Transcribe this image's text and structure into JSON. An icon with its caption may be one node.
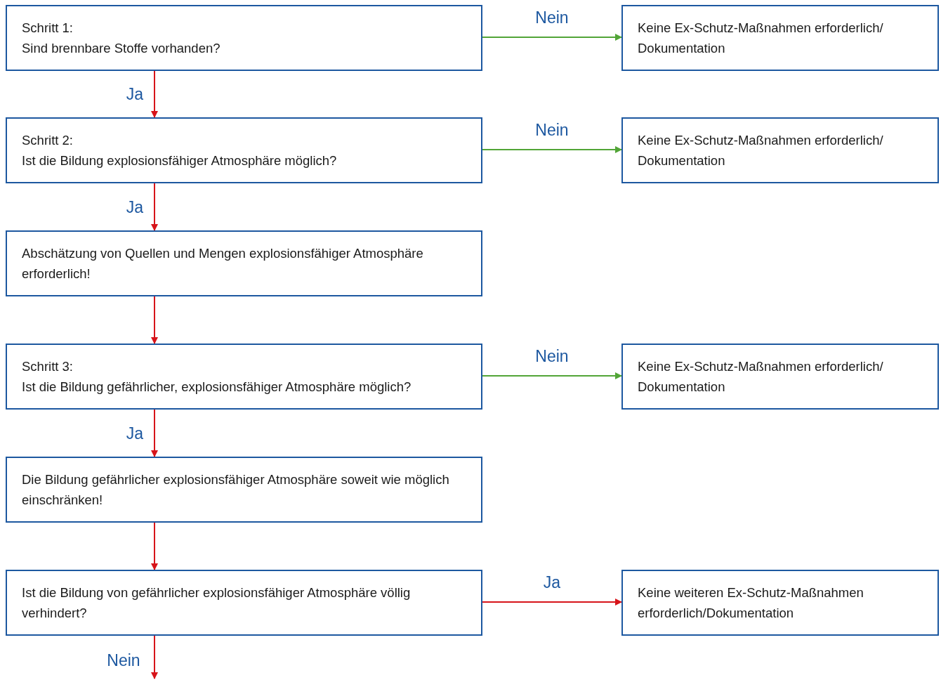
{
  "diagram": {
    "nodes": [
      {
        "text": [
          "Schritt 1:",
          "Sind brennbare Stoffe vorhanden?"
        ]
      },
      {
        "text": [
          "Keine Ex-Schutz-Maßnahmen erforderlich/ Dokumentation"
        ]
      },
      {
        "text": [
          "Schritt 2:",
          "Ist die Bildung explosionsfähiger Atmosphäre möglich?"
        ]
      },
      {
        "text": [
          "Keine Ex-Schutz-Maßnahmen erforderlich/ Dokumentation"
        ]
      },
      {
        "text": [
          "Abschätzung von Quellen und Mengen explosionsfähiger Atmosphäre erforderlich!"
        ]
      },
      {
        "text": [
          "Schritt 3:",
          "Ist die Bildung gefährlicher, explosionsfähiger Atmosphäre möglich?"
        ]
      },
      {
        "text": [
          "Keine Ex-Schutz-Maßnahmen erforderlich/ Dokumentation"
        ]
      },
      {
        "text": [
          "Die Bildung gefährlicher explosionsfähiger Atmosphäre soweit wie möglich einschränken!"
        ]
      },
      {
        "text": [
          "Ist die Bildung von gefährlicher explosionsfähiger Atmosphäre völlig verhindert?"
        ]
      },
      {
        "text": [
          "Keine weiteren Ex-Schutz-Maßnahmen erforderlich/Dokumentation"
        ]
      }
    ],
    "edges": [
      {
        "from": 0,
        "to": 1,
        "arrow": "to",
        "label": "Nein",
        "color": "#52a537"
      },
      {
        "from": 0,
        "to": 2,
        "arrow": "to",
        "label": "Ja"
      },
      {
        "from": 2,
        "to": 3,
        "arrow": "to",
        "label": "Nein",
        "color": "#52a537"
      },
      {
        "from": 2,
        "to": 4,
        "arrow": "to",
        "label": "Ja"
      },
      {
        "from": 4,
        "to": 5,
        "arrow": "to"
      },
      {
        "from": 5,
        "to": 6,
        "arrow": "to",
        "label": "Nein",
        "color": "#52a537"
      },
      {
        "from": 5,
        "to": 7,
        "arrow": "to",
        "label": "Ja"
      },
      {
        "from": 7,
        "to": 8,
        "arrow": "to"
      },
      {
        "from": 8,
        "to": 9,
        "arrow": "to",
        "label": "Ja"
      },
      {
        "from": 8,
        "to": null,
        "arrow": "to",
        "label": "Nein"
      }
    ]
  }
}
